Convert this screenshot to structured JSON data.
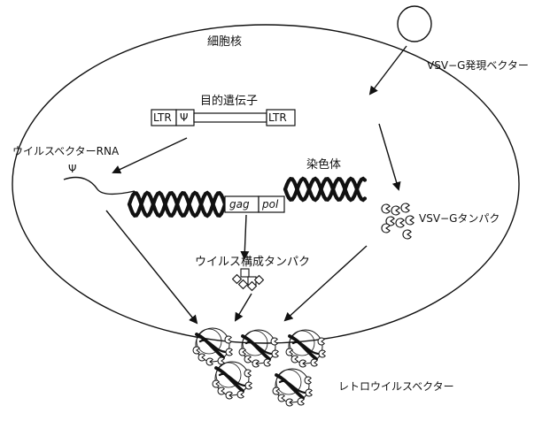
{
  "labels": {
    "nucleus": "細胞核",
    "vsvg_vector": "VSV−G発現ベクター",
    "target_gene": "目的遺伝子",
    "ltr_left": "LTR",
    "psi_box": "Ψ",
    "ltr_right": "LTR",
    "viral_rna": "ウイルスベクターRNA",
    "psi_rna": "Ψ",
    "chromosome": "染色体",
    "gag": "gag",
    "pol": "pol",
    "vsvg_protein": "VSV−Gタンパク",
    "viral_proteins": "ウイルス構成タンパク",
    "retrovirus": "レトロウイルスベクター"
  },
  "colors": {
    "line": "#111111",
    "background": "#ffffff"
  }
}
